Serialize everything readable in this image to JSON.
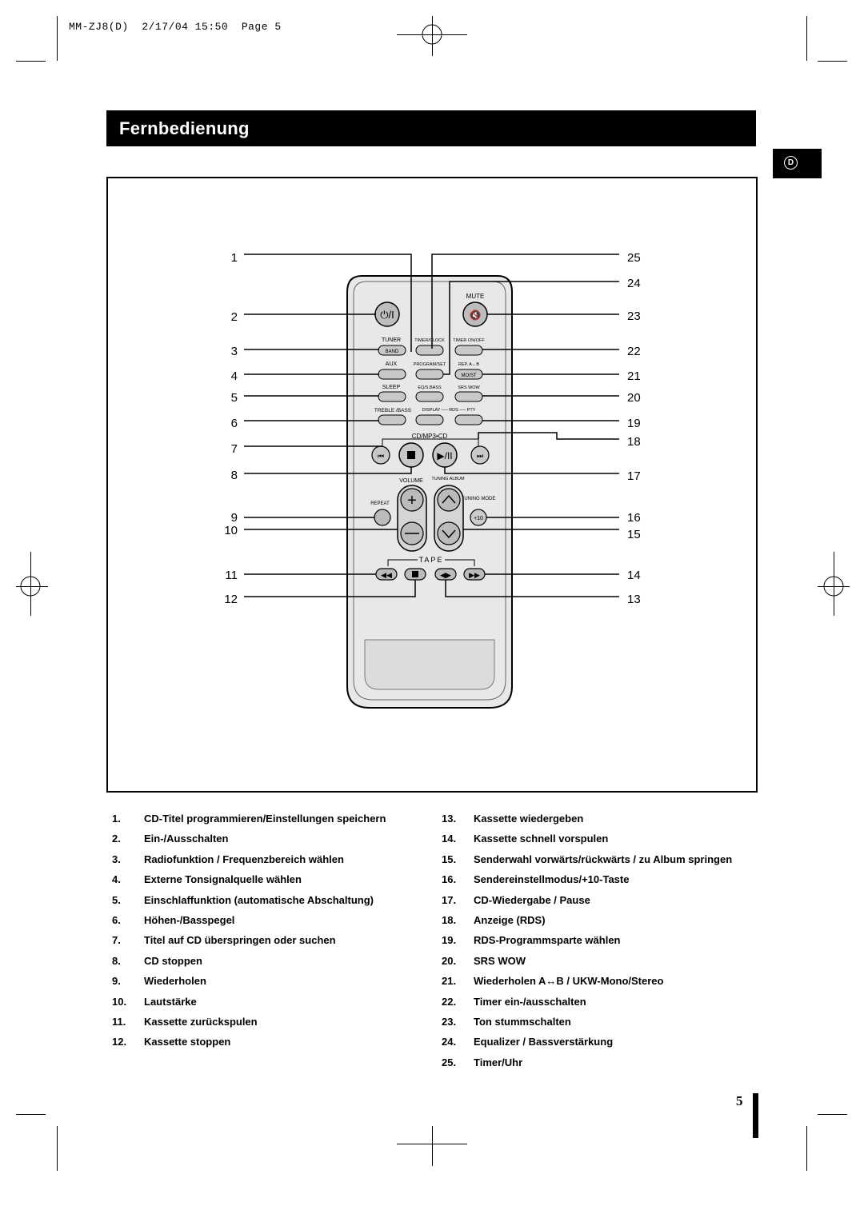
{
  "print_header": "MM-ZJ8(D)  2/17/04 15:50  Page 5",
  "title": "Fernbedienung",
  "language_badge": "D",
  "remote": {
    "buttons": {
      "mute": "MUTE",
      "tuner": "TUNER",
      "band": "BAND",
      "timer_clock": "TIMER/CLOCK",
      "timer_onoff": "TIMER ON/OFF",
      "aux": "AUX",
      "program_set": "PROGRAM/SET",
      "rep_ab": "REP. A↔B",
      "mo_st": "MO/ST",
      "sleep": "SLEEP",
      "eq_sbass": "EQ/S.BASS",
      "srs_wow": "SRS WOW",
      "treble_bass": "TREBLE /BASS",
      "display_rds_pty": "DISPLAY ── RDS ── PTY",
      "cd_mp3_cd": "CD/MP3•CD",
      "volume": "VOLUME",
      "tuning_album": "TUNING ALBUM",
      "repeat": "REPEAT",
      "tuning_mode": "TUNING MODE",
      "plus10": "+10",
      "tape": "TAPE"
    }
  },
  "callouts_left": [
    "1",
    "2",
    "3",
    "4",
    "5",
    "6",
    "7",
    "8",
    "9",
    "10",
    "11",
    "12"
  ],
  "callouts_right": [
    "25",
    "24",
    "23",
    "22",
    "21",
    "20",
    "19",
    "18",
    "17",
    "16",
    "15",
    "14",
    "13"
  ],
  "legend_left": [
    {
      "num": "1.",
      "text": "CD-Titel programmieren/Einstellungen speichern"
    },
    {
      "num": "2.",
      "text": "Ein-/Ausschalten"
    },
    {
      "num": "3.",
      "text": "Radiofunktion / Frequenzbereich wählen"
    },
    {
      "num": "4.",
      "text": "Externe Tonsignalquelle wählen"
    },
    {
      "num": "5.",
      "text": "Einschlaffunktion (automatische Abschaltung)"
    },
    {
      "num": "6.",
      "text": "Höhen-/Basspegel"
    },
    {
      "num": "7.",
      "text": "Titel auf CD überspringen oder suchen"
    },
    {
      "num": "8.",
      "text": "CD stoppen"
    },
    {
      "num": "9.",
      "text": "Wiederholen"
    },
    {
      "num": "10.",
      "text": "Lautstärke"
    },
    {
      "num": "11.",
      "text": "Kassette zurückspulen"
    },
    {
      "num": "12.",
      "text": "Kassette stoppen"
    }
  ],
  "legend_right": [
    {
      "num": "13.",
      "text": "Kassette wiedergeben"
    },
    {
      "num": "14.",
      "text": "Kassette schnell vorspulen"
    },
    {
      "num": "15.",
      "text": "Senderwahl vorwärts/rückwärts / zu Album springen"
    },
    {
      "num": "16.",
      "text": "Sendereinstellmodus/+10-Taste"
    },
    {
      "num": "17.",
      "text": "CD-Wiedergabe / Pause"
    },
    {
      "num": "18.",
      "text": "Anzeige (RDS)"
    },
    {
      "num": "19.",
      "text": "RDS-Programmsparte wählen"
    },
    {
      "num": "20.",
      "text": "SRS WOW"
    },
    {
      "num": "21.",
      "text": "Wiederholen A↔B / UKW-Mono/Stereo"
    },
    {
      "num": "22.",
      "text": "Timer ein-/ausschalten"
    },
    {
      "num": "23.",
      "text": "Ton stummschalten"
    },
    {
      "num": "24.",
      "text": "Equalizer / Bassverstärkung"
    },
    {
      "num": "25.",
      "text": "Timer/Uhr"
    }
  ],
  "page_number": "5"
}
